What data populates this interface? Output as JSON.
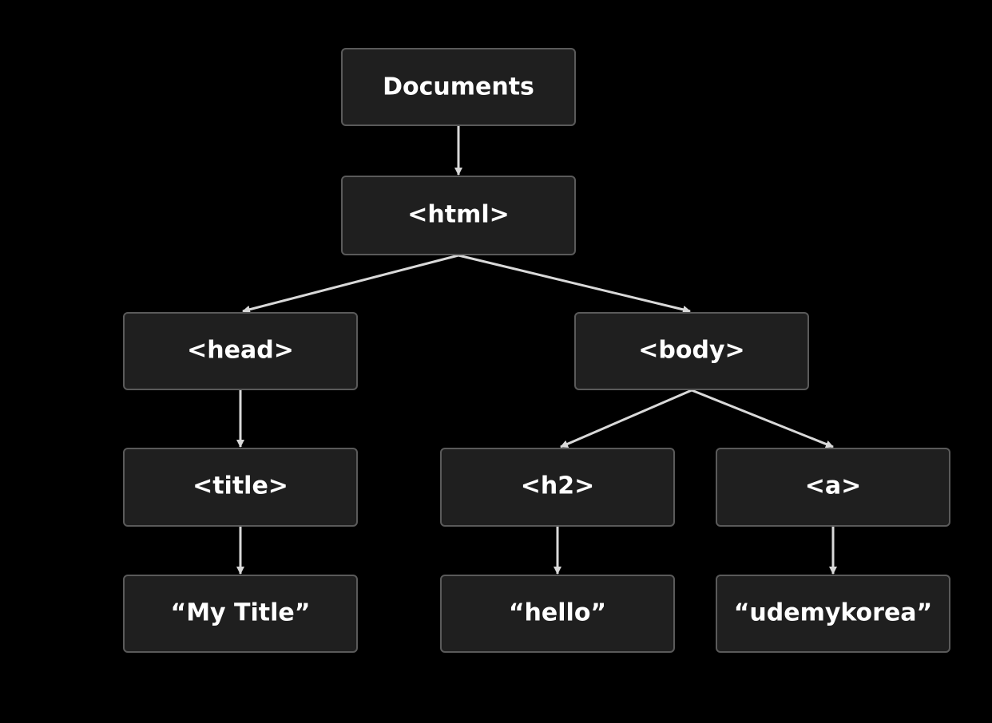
{
  "colors": {
    "background": "#000000",
    "node_fill": "#1f1f1f",
    "node_border": "#5a5a5a",
    "text": "#ffffff",
    "edge": "#d9d9d9"
  },
  "nodes": {
    "documents": "Documents",
    "html": "<html>",
    "head": "<head>",
    "body": "<body>",
    "title": "<title>",
    "h2": "<h2>",
    "a": "<a>",
    "my_title": "“My Title”",
    "hello": "“hello”",
    "udemykorea": "“udemykorea”"
  },
  "edges": [
    [
      "documents",
      "html"
    ],
    [
      "html",
      "head"
    ],
    [
      "html",
      "body"
    ],
    [
      "head",
      "title"
    ],
    [
      "body",
      "h2"
    ],
    [
      "body",
      "a"
    ],
    [
      "title",
      "my_title"
    ],
    [
      "h2",
      "hello"
    ],
    [
      "a",
      "udemykorea"
    ]
  ]
}
